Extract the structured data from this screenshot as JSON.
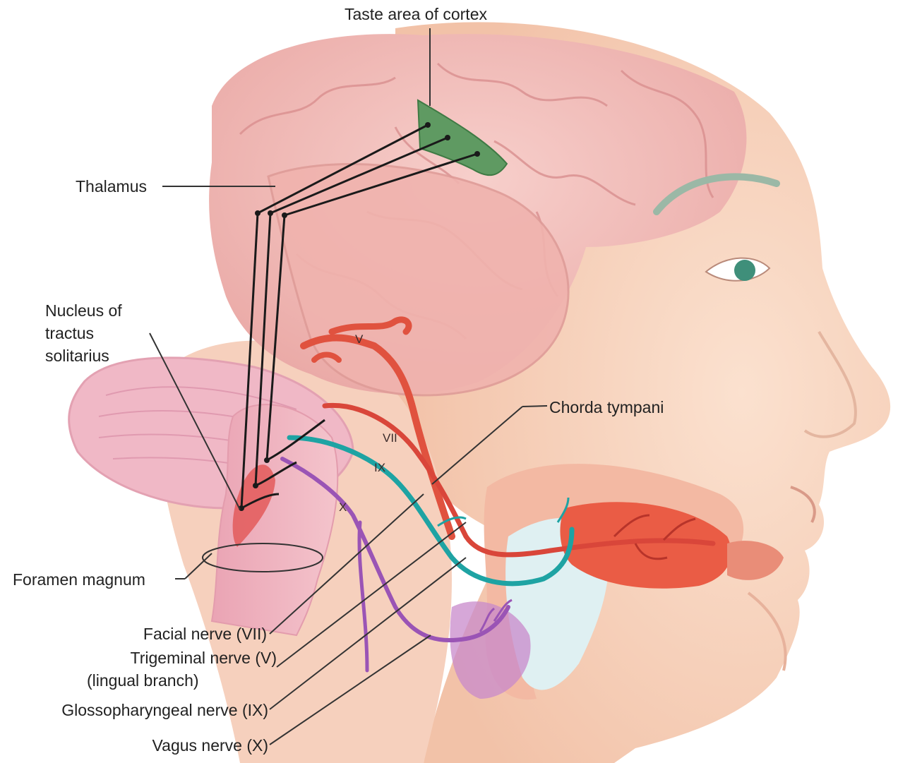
{
  "labels": {
    "taste_area": "Taste area of cortex",
    "thalamus": "Thalamus",
    "nucleus_line1": "Nucleus of",
    "nucleus_line2": "tractus",
    "nucleus_line3": "solitarius",
    "chorda_tympani": "Chorda tympani",
    "foramen_magnum": "Foramen magnum",
    "facial_nerve": "Facial nerve (VII)",
    "trigeminal_line1": "Trigeminal nerve (V)",
    "trigeminal_line2": "(lingual branch)",
    "glossopharyngeal": "Glossopharyngeal nerve (IX)",
    "vagus": "Vagus nerve (X)"
  },
  "nerve_markers": {
    "v": "V",
    "vii": "VII",
    "ix": "IX",
    "x": "X"
  },
  "colors": {
    "brain": "#f2b9b4",
    "skin": "#f7d2bd",
    "taste_area": "#5f9a62",
    "facial_nerve": "#d9463a",
    "trigeminal_nerve": "#e0523f",
    "glossopharyngeal_nerve": "#1ea3a3",
    "vagus_nerve": "#9a54b5",
    "tongue": "#ea5c45",
    "pathway": "#1a1a1a"
  }
}
